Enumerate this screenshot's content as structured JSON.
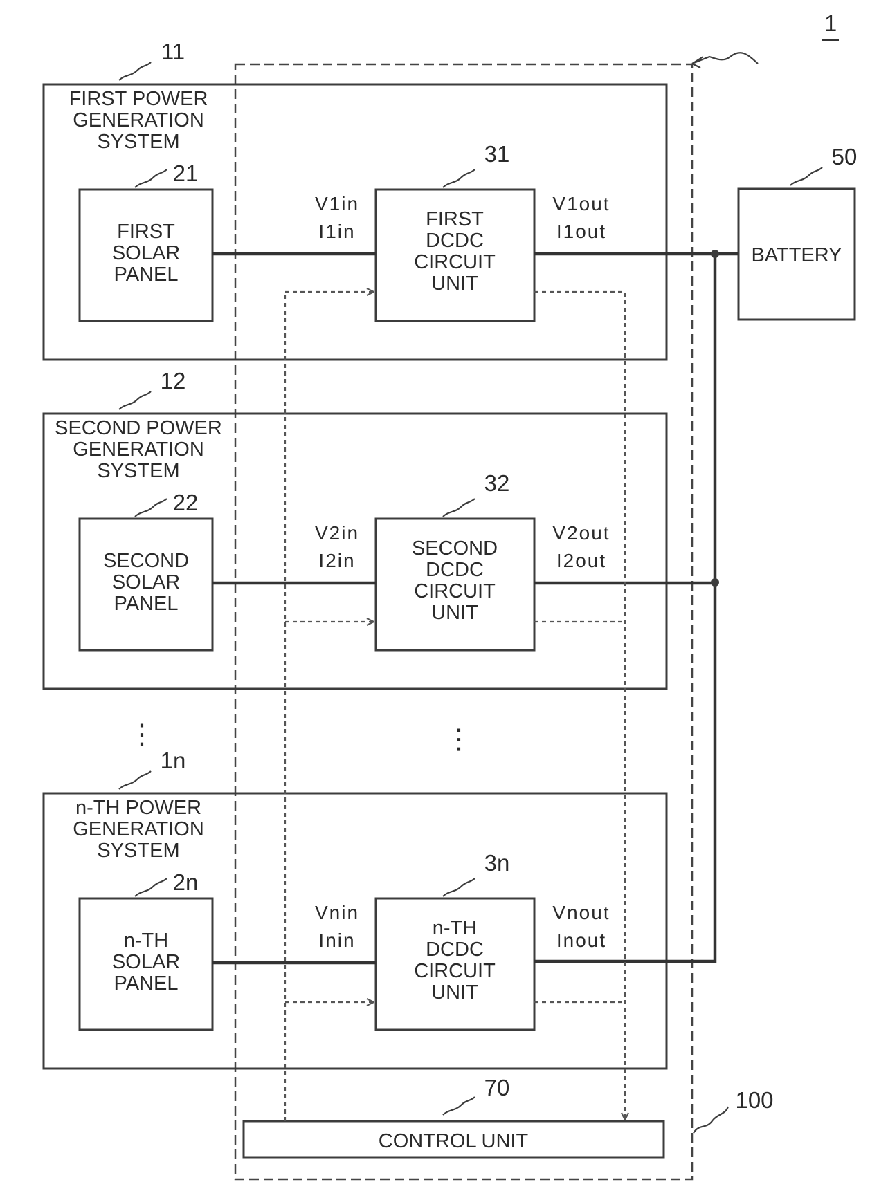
{
  "figure_ref": "1",
  "controller_ref": "100",
  "systems": [
    {
      "ref": "11",
      "title": [
        "FIRST POWER",
        "GENERATION",
        "SYSTEM"
      ],
      "panel": {
        "ref": "21",
        "label": [
          "FIRST",
          "SOLAR",
          "PANEL"
        ]
      },
      "dcdc": {
        "ref": "31",
        "label": [
          "FIRST",
          "DCDC",
          "CIRCUIT",
          "UNIT"
        ]
      },
      "v_in": "V1in",
      "i_in": "I1in",
      "v_out": "V1out",
      "i_out": "I1out"
    },
    {
      "ref": "12",
      "title": [
        "SECOND POWER",
        "GENERATION",
        "SYSTEM"
      ],
      "panel": {
        "ref": "22",
        "label": [
          "SECOND",
          "SOLAR",
          "PANEL"
        ]
      },
      "dcdc": {
        "ref": "32",
        "label": [
          "SECOND",
          "DCDC",
          "CIRCUIT",
          "UNIT"
        ]
      },
      "v_in": "V2in",
      "i_in": "I2in",
      "v_out": "V2out",
      "i_out": "I2out"
    },
    {
      "ref": "1n",
      "title": [
        "n-TH POWER",
        "GENERATION",
        "SYSTEM"
      ],
      "panel": {
        "ref": "2n",
        "label": [
          "n-TH",
          "SOLAR",
          "PANEL"
        ]
      },
      "dcdc": {
        "ref": "3n",
        "label": [
          "n-TH",
          "DCDC",
          "CIRCUIT",
          "UNIT"
        ]
      },
      "v_in": "Vnin",
      "i_in": "Inin",
      "v_out": "Vnout",
      "i_out": "Inout"
    }
  ],
  "battery": {
    "ref": "50",
    "label": "BATTERY"
  },
  "control_unit": {
    "ref": "70",
    "label": "CONTROL UNIT"
  },
  "ellipsis_glyph": "⋮"
}
